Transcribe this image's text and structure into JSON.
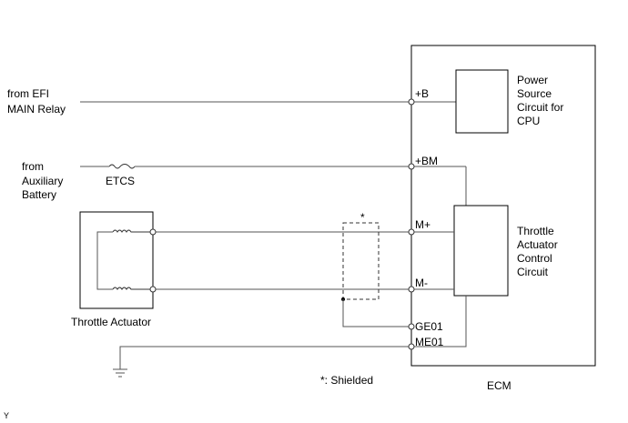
{
  "labels": {
    "efi_relay": [
      "from EFI",
      "MAIN Relay"
    ],
    "aux_battery": [
      "from",
      "Auxiliary",
      "Battery"
    ],
    "etcs": "ETCS",
    "throttle_actuator": "Throttle Actuator",
    "ecm": "ECM",
    "shield_mark": "*",
    "shield_note": "*: Shielded",
    "corner": "Y"
  },
  "blocks": {
    "power_source": [
      "Power",
      "Source",
      "Circuit for",
      "CPU"
    ],
    "throttle_control": [
      "Throttle",
      "Actuator",
      "Control",
      "Circuit"
    ]
  },
  "terminals": {
    "plus_b": "+B",
    "plus_bm": "+BM",
    "m_plus": "M+",
    "m_minus": "M-",
    "ge01": "GE01",
    "me01": "ME01"
  }
}
